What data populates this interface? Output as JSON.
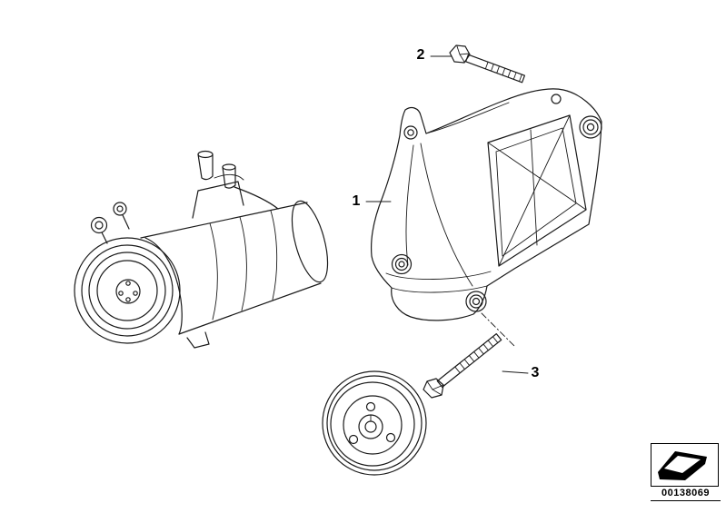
{
  "diagram": {
    "callouts": [
      {
        "label": "1"
      },
      {
        "label": "2"
      },
      {
        "label": "3"
      }
    ],
    "parts": [
      {
        "name": "ac-compressor"
      },
      {
        "name": "supporting-bracket"
      },
      {
        "name": "hex-bolt-upper"
      },
      {
        "name": "hex-bolt-lower"
      },
      {
        "name": "pulley"
      }
    ],
    "footer": {
      "part_number": "00138069"
    },
    "colors": {
      "line": "#1a1a1a",
      "background": "#ffffff"
    }
  }
}
